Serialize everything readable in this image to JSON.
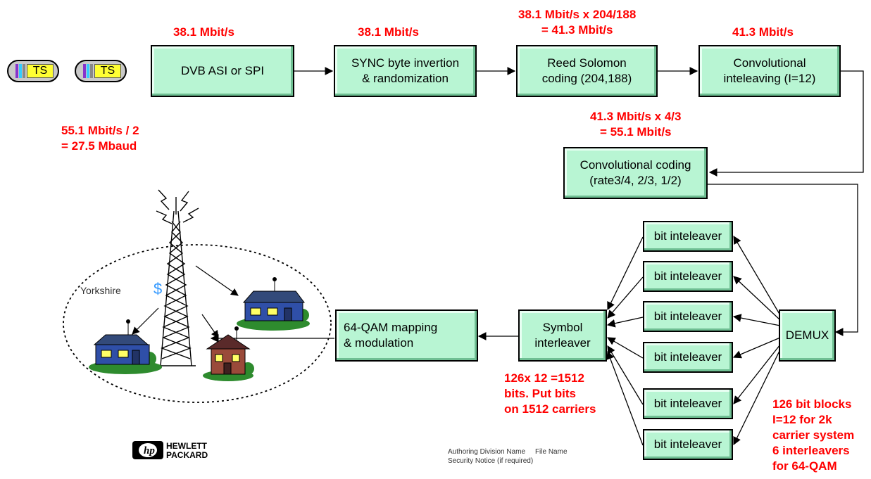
{
  "colors": {
    "box_fill": "#b8f5d3",
    "annotation": "#ff0000",
    "ts_label": "#ffff33"
  },
  "ts_tokens": [
    "TS",
    "TS"
  ],
  "blocks": {
    "dvb_asi": "DVB ASI or SPI",
    "sync": "SYNC byte invertion\n& randomization",
    "reed_solomon": "Reed Solomon\ncoding (204,188)",
    "conv_interleave": "Convolutional\ninteleaving (I=12)",
    "conv_coding": "Convolutional coding\n(rate3/4, 2/3, 1/2)",
    "demux": "DEMUX",
    "bit_interleavers": [
      "bit inteleaver",
      "bit inteleaver",
      "bit inteleaver",
      "bit inteleaver",
      "bit inteleaver",
      "bit inteleaver"
    ],
    "symbol_interleaver": "Symbol\ninterleaver",
    "qam": "64-QAM mapping\n& modulation"
  },
  "annotations": {
    "rate1": "38.1 Mbit/s",
    "rate2": "38.1 Mbit/s",
    "rate3": "38.1 Mbit/s x 204/188\n= 41.3 Mbit/s",
    "rate4": "41.3 Mbit/s",
    "rate5": "41.3 Mbit/s x 4/3\n= 55.1 Mbit/s",
    "baud": "55.1 Mbit/s / 2\n= 27.5 Mbaud",
    "symbol_note": "126x 12 =1512\nbits. Put bits\non 1512 carriers",
    "block_note": "126 bit blocks\nI=12 for 2k\ncarrier system\n6 interleavers\nfor 64-QAM"
  },
  "scene": {
    "region_label": "Yorkshire",
    "currency": "$"
  },
  "logo": {
    "line1": "HEWLETT",
    "line2": "PACKARD"
  },
  "footer": {
    "line1": "Authoring Division Name     File Name",
    "line2": "Security Notice (if required)"
  }
}
